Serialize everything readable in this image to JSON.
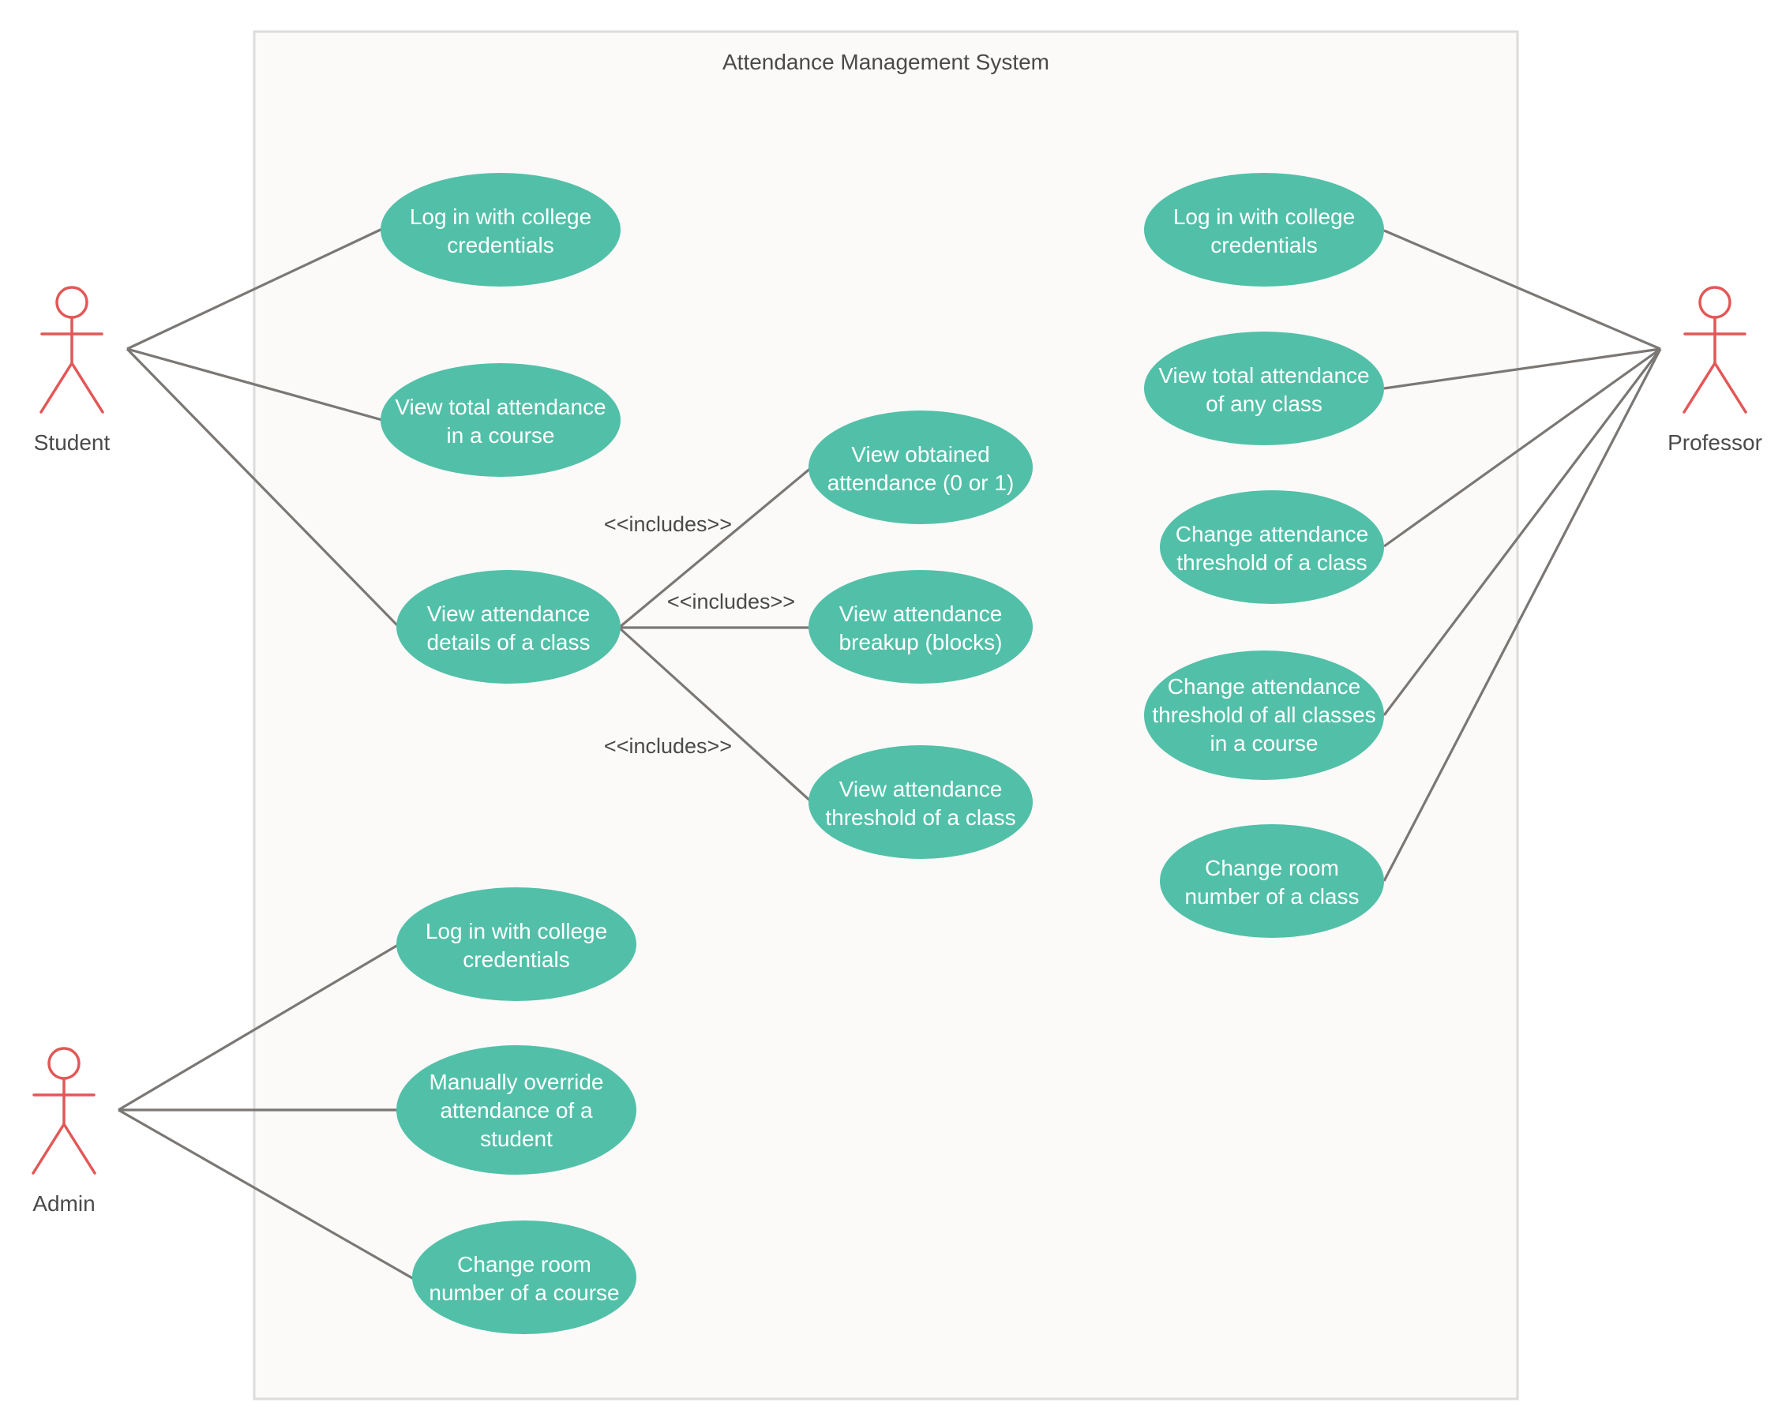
{
  "system": {
    "title": "Attendance Management System"
  },
  "actors": {
    "student": {
      "label": "Student"
    },
    "professor": {
      "label": "Professor"
    },
    "admin": {
      "label": "Admin"
    }
  },
  "use_cases": {
    "student_login": [
      "Log in with college",
      "credentials"
    ],
    "student_total": [
      "View total attendance",
      "in a course"
    ],
    "student_details": [
      "View attendance",
      "details of a class"
    ],
    "obtained": [
      "View obtained",
      "attendance (0 or 1)"
    ],
    "breakup": [
      "View attendance",
      "breakup (blocks)"
    ],
    "threshold_view": [
      "View attendance",
      "threshold of a class"
    ],
    "prof_login": [
      "Log in with college",
      "credentials"
    ],
    "prof_total": [
      "View total attendance",
      "of any class"
    ],
    "prof_change_threshold": [
      "Change attendance",
      "threshold of a class"
    ],
    "prof_change_all": [
      "Change attendance",
      "threshold of all classes",
      "in a course"
    ],
    "prof_room": [
      "Change room",
      "number of a class"
    ],
    "admin_login": [
      "Log in with college",
      "credentials"
    ],
    "admin_override": [
      "Manually override",
      "attendance of a",
      "student"
    ],
    "admin_room": [
      "Change room",
      "number of a course"
    ]
  },
  "relations": {
    "includes_obtained": "<<includes>>",
    "includes_breakup": "<<includes>>",
    "includes_threshold": "<<includes>>"
  },
  "colors": {
    "use_case_fill": "#52c0a8",
    "actor_stroke": "#e35757",
    "line": "#7a7775",
    "system_fill": "#fbfaf8",
    "system_border": "#dcdcdc"
  }
}
